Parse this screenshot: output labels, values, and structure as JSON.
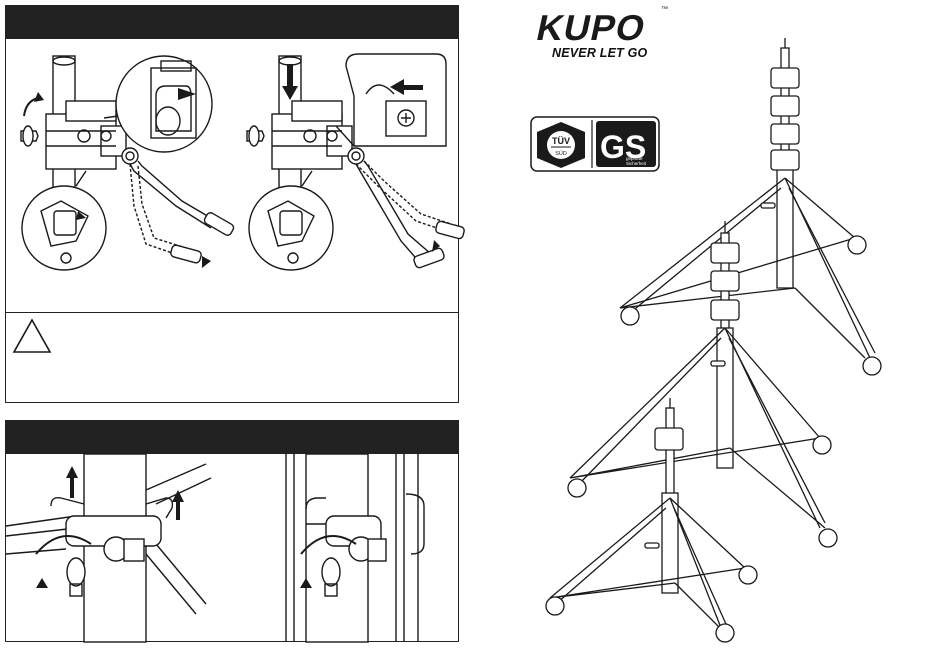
{
  "brand": {
    "logo_text": "KUPO",
    "trademark": "™",
    "tagline": "NEVER LET GO"
  },
  "certification": {
    "tuv_top": "TÜV",
    "tuv_bottom": "SÜD",
    "gs_mark": "GS",
    "gs_line1": "geprüfte",
    "gs_line2": "Sicherheit"
  },
  "warning": {
    "symbol": "!"
  },
  "icons": {
    "warning": "warning-triangle-icon",
    "rotate": "rotate-arrow-icon",
    "push": "push-arrow-icon"
  },
  "colors": {
    "header_bar": "#222222",
    "line_art": "#1a1a1a",
    "background": "#ffffff"
  }
}
